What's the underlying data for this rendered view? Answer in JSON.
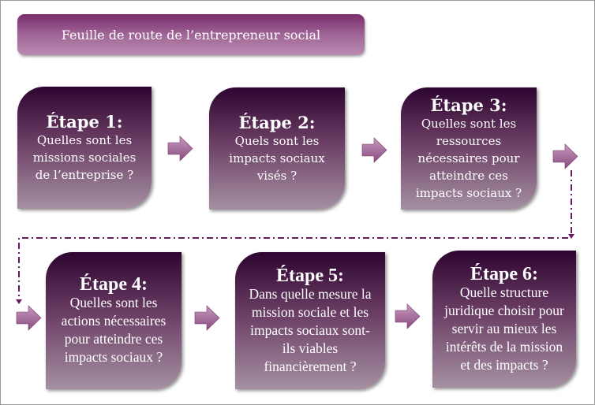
{
  "title": "Feuille de route de l’entrepreneur social",
  "colors": {
    "dark": "#2d0530",
    "light": "#a590a2",
    "arrow": "#9a5c90"
  },
  "steps": [
    {
      "heading": "Étape 1:",
      "text": "Quelles sont les missions sociales de l’entreprise ?"
    },
    {
      "heading": "Étape 2:",
      "text": "Quels sont les impacts sociaux visés ?"
    },
    {
      "heading": "Étape 3:",
      "text": "Quelles sont les ressources nécessaires pour atteindre ces impacts sociaux ?"
    },
    {
      "heading": "Étape 4:",
      "text": "Quelles sont les actions nécessaires pour atteindre ces impacts sociaux ?"
    },
    {
      "heading": "Étape 5:",
      "text": "Dans quelle mesure la mission sociale et les impacts sociaux sont-ils viables financièrement ?"
    },
    {
      "heading": "Étape 6:",
      "text": "Quelle structure juridique choisir pour servir au mieux les intérêts de la mission et des impacts ?"
    }
  ]
}
